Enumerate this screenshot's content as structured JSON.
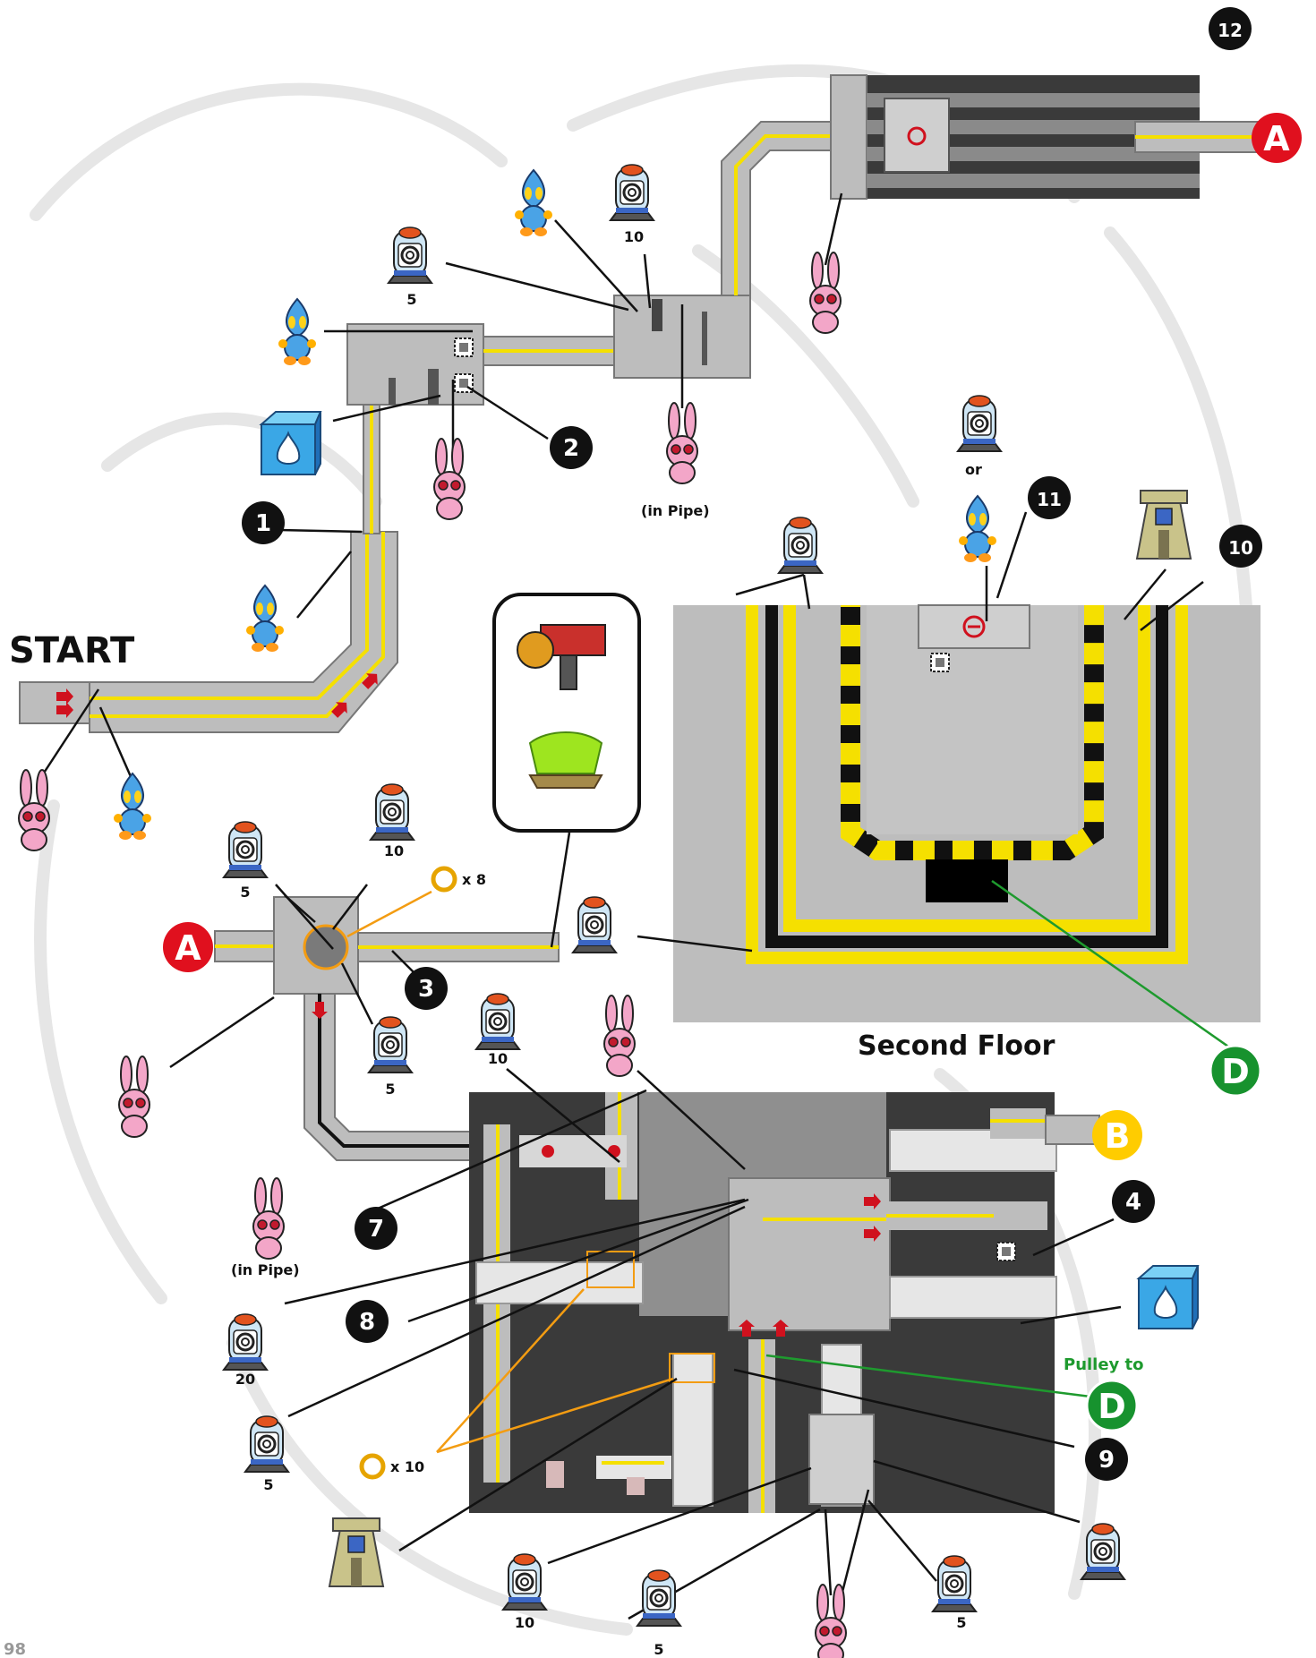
{
  "page_number": "98",
  "labels": {
    "start": "START",
    "second_floor": "Second Floor",
    "in_pipe_1": "(in Pipe)",
    "in_pipe_2": "(in Pipe)",
    "or": "or",
    "pulley_to": "Pulley to",
    "rings_8": "x 8",
    "rings_10": "x 10"
  },
  "markers": {
    "m1": "1",
    "m2": "2",
    "m3": "3",
    "m4": "4",
    "m7": "7",
    "m8": "8",
    "m9": "9",
    "m10": "10",
    "m11": "11",
    "m12": "12"
  },
  "connectors": {
    "a_top": "A",
    "a_left": "A",
    "b": "B",
    "d_green": "D",
    "d_pulley": "D"
  },
  "capsule_counts": {
    "c5_top": "5",
    "c10_top": "10",
    "c10_mid": "10",
    "c5_mid_left": "5",
    "c5_mid": "5",
    "c10_low": "10",
    "c20": "20",
    "c5_low_left": "5",
    "c10_bottom": "10",
    "c5_bottom": "5",
    "c5_bottom_right": "5"
  },
  "colors": {
    "corridor": "#bdbdbd",
    "stripe": "#f5e000",
    "connector_a": "#e0101e",
    "connector_b": "#ffcc00",
    "connector_d": "#17922e",
    "pulley_text": "#1e9a2e",
    "ring_line": "#f39c12"
  },
  "icons": [
    "rabbit-icon",
    "chao-icon",
    "capsule-icon",
    "item-box-icon",
    "checkpoint-icon",
    "ring-icon",
    "bazooka-icon",
    "armor-icon"
  ]
}
